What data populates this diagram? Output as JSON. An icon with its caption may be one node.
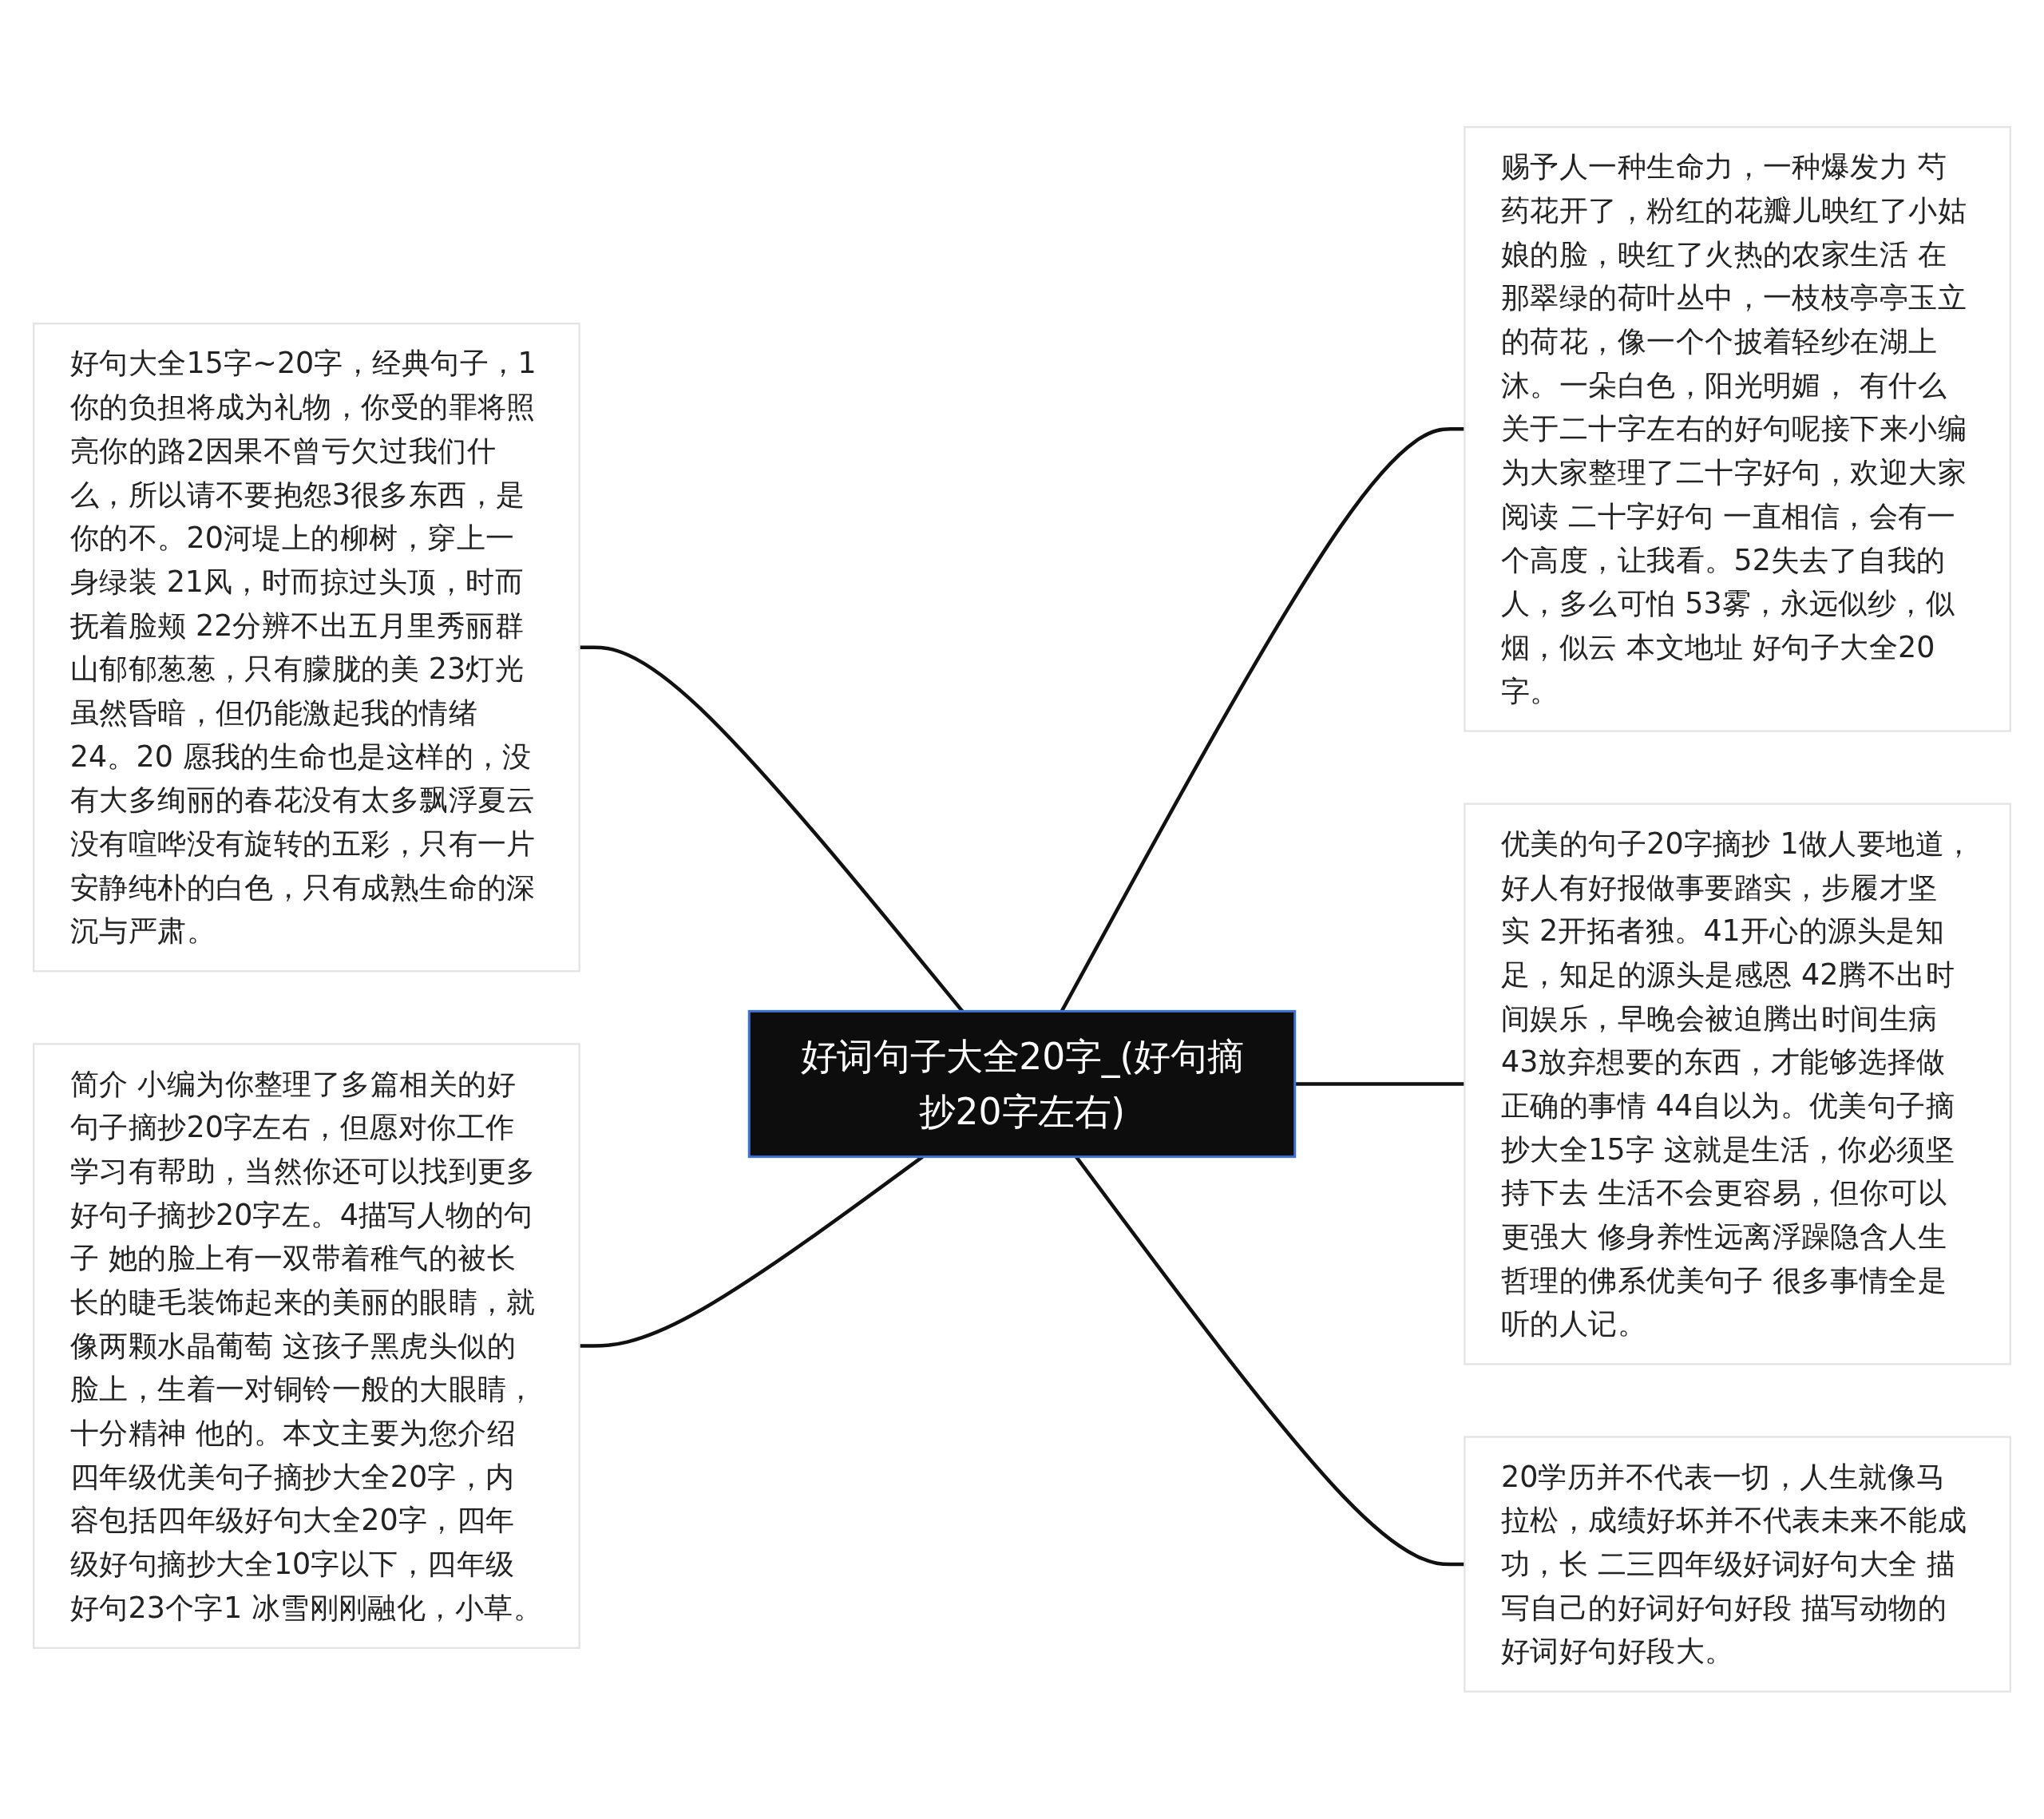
{
  "diagram": {
    "nodes": [
      {
        "text": [
          "好词句子大全20字_(好句摘抄20字左右)"
        ]
      },
      {
        "text": [
          "好句大全15字~20字，经典句子，1你的负担将成为礼物，你受的罪将照亮你的路2因果不曾亏欠过我们什么，所以请不要抱怨3很多东西，是你的不。20河堤上的柳树，穿上一身绿装 21风，时而掠过头顶，时而抚着脸颊 22分辨不出五月里秀丽群山郁郁葱葱，只有朦胧的美 23灯光虽然昏暗，但仍能激起我的情绪 24。20 愿我的生命也是这样的，没有大多绚丽的春花没有太多飘浮夏云没有喧哗没有旋转的五彩，只有一片安静纯朴的白色，只有成熟生命的深沉与严肃。"
        ]
      },
      {
        "text": [
          "简介 小编为你整理了多篇相关的好句子摘抄20字左右，但愿对你工作学习有帮助，当然你还可以找到更多好句子摘抄20字左。4描写人物的句子 她的脸上有一双带着稚气的被长长的睫毛装饰起来的美丽的眼睛，就像两颗水晶葡萄 这孩子黑虎头似的脸上，生着一对铜铃一般的大眼睛，十分精神 他的。本文主要为您介绍四年级优美句子摘抄大全20字，内容包括四年级好句大全20字，四年级好句摘抄大全10字以下，四年级好句23个字1 冰雪刚刚融化，小草。"
        ]
      },
      {
        "text": [
          "赐予人一种生命力，一种爆发力 芍药花开了，粉红的花瓣儿映红了小姑娘的脸，映红了火热的农家生活 在那翠绿的荷叶丛中，一枝枝亭亭玉立的荷花，像一个个披着轻纱在湖上沐。一朵白色，阳光明媚， 有什么关于二十字左右的好句呢接下来小编为大家整理了二十字好句，欢迎大家阅读 二十字好句 一直相信，会有一个高度，让我看。52失去了自我的人，多么可怕 53雾，永远似纱，似烟，似云 本文地址 好句子大全20字。"
        ]
      },
      {
        "text": [
          "优美的句子20字摘抄 1做人要地道，好人有好报做事要踏实，步履才坚实 2开拓者独。41开心的源头是知足，知足的源头是感恩 42腾不出时间娱乐，早晚会被迫腾出时间生病 43放弃想要的东西，才能够选择做正确的事情 44自以为。优美句子摘抄大全15字 这就是生活，你必须坚持下去 生活不会更容易，但你可以更强大 修身养性远离浮躁隐含人生哲理的佛系优美句子 很多事情全是听的人记。"
        ]
      },
      {
        "text": [
          "20学历并不代表一切，人生就像马拉松，成绩好坏并不代表未来不能成功，长 二三四年级好词好句大全 描写自己的好词好句好段 描写动物的好词好句好段大。"
        ]
      }
    ],
    "edges": [
      {
        "from": 0,
        "to": 1,
        "arrow": "none"
      },
      {
        "from": 0,
        "to": 2,
        "arrow": "none"
      },
      {
        "from": 0,
        "to": 3,
        "arrow": "none"
      },
      {
        "from": 0,
        "to": 4,
        "arrow": "none"
      },
      {
        "from": 0,
        "to": 5,
        "arrow": "none"
      }
    ]
  }
}
